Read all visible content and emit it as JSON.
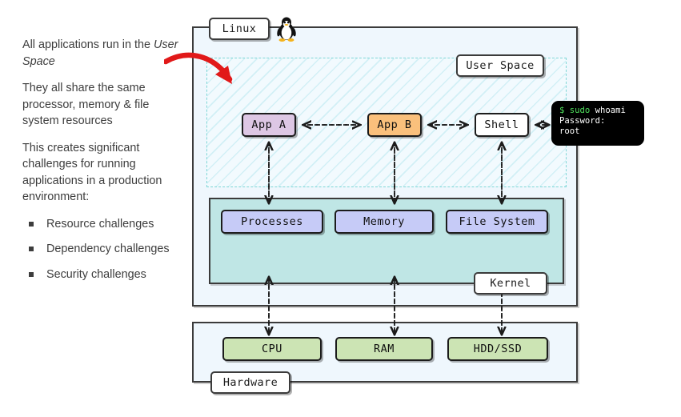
{
  "left_panel": {
    "paragraphs": [
      {
        "prefix": "All applications run in the ",
        "emphasis": "User Space",
        "suffix": ""
      },
      {
        "prefix": "They all share the same processor, memory & file system resources",
        "emphasis": "",
        "suffix": ""
      },
      {
        "prefix": "This creates significant challenges for running applications in a production environment:",
        "emphasis": "",
        "suffix": ""
      }
    ],
    "bullets": [
      "Resource challenges",
      "Dependency challenges",
      "Security challenges"
    ]
  },
  "diagram": {
    "labels": {
      "linux": "Linux",
      "user_space": "User Space",
      "kernel": "Kernel",
      "hardware": "Hardware"
    },
    "user_space_nodes": [
      {
        "id": "app-a",
        "label": "App A",
        "color": "#ddc7e4"
      },
      {
        "id": "app-b",
        "label": "App B",
        "color": "#fac07c"
      },
      {
        "id": "shell",
        "label": "Shell",
        "color": "#ffffff"
      }
    ],
    "kernel_nodes": [
      {
        "id": "processes",
        "label": "Processes",
        "color": "#c6cbf7"
      },
      {
        "id": "memory",
        "label": "Memory",
        "color": "#c6cbf7"
      },
      {
        "id": "file-system",
        "label": "File System",
        "color": "#c6cbf7"
      }
    ],
    "hardware_nodes": [
      {
        "id": "cpu",
        "label": "CPU",
        "color": "#cce4b4"
      },
      {
        "id": "ram",
        "label": "RAM",
        "color": "#cce4b4"
      },
      {
        "id": "hdd-ssd",
        "label": "HDD/SSD",
        "color": "#cce4b4"
      }
    ],
    "terminal": {
      "prompt": "$ sudo",
      "command": " whoami",
      "line2": "Password:",
      "line3": "root",
      "prompt_color": "#4fe05c",
      "text_color": "#ffffff",
      "background": "#000000"
    },
    "colors": {
      "outer_fill": "#eff7fd",
      "kernel_fill": "#bfe6e5",
      "user_space_hatch": "#89d6e5",
      "border": "#3b3b3b",
      "annotation_arrow": "#e11919"
    },
    "icons": {
      "penguin": "tux-penguin-icon",
      "annotation": "red-curved-arrow-icon"
    }
  }
}
